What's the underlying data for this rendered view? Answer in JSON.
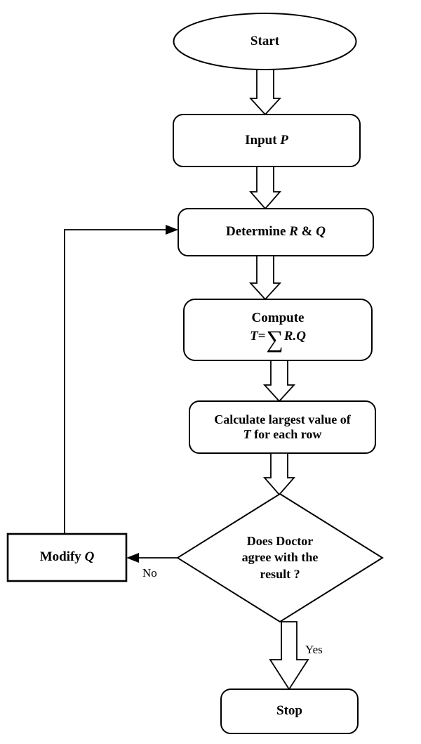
{
  "diagram": {
    "title": "Decision support flowchart",
    "background_color": "#ffffff",
    "line_color": "#000000",
    "nodes": {
      "start": {
        "label": "Start",
        "shape": "ellipse"
      },
      "input": {
        "label_prefix": "Input ",
        "label_var": "P",
        "shape": "rounded-rectangle"
      },
      "determine": {
        "label_prefix": "Determine ",
        "label_var1": "R",
        "label_amp": " & ",
        "label_var2": "Q",
        "shape": "rounded-rectangle"
      },
      "compute": {
        "line1": "Compute",
        "formula_lhs": "T",
        "formula_eq": "=",
        "formula_sigma": "∑",
        "formula_rhs": "R.Q",
        "shape": "rounded-rectangle"
      },
      "calculate": {
        "line1": "Calculate largest value of",
        "line2_var": "T",
        "line2_rest": " for each row",
        "shape": "rounded-rectangle"
      },
      "decision": {
        "line1": "Does Doctor",
        "line2": "agree with the",
        "line3": "result ?",
        "shape": "diamond"
      },
      "modify": {
        "label_prefix": "Modify ",
        "label_var": "Q",
        "shape": "rectangle"
      },
      "stop": {
        "label": "Stop",
        "shape": "rounded-rectangle"
      }
    },
    "edge_labels": {
      "no": "No",
      "yes": "Yes"
    }
  }
}
